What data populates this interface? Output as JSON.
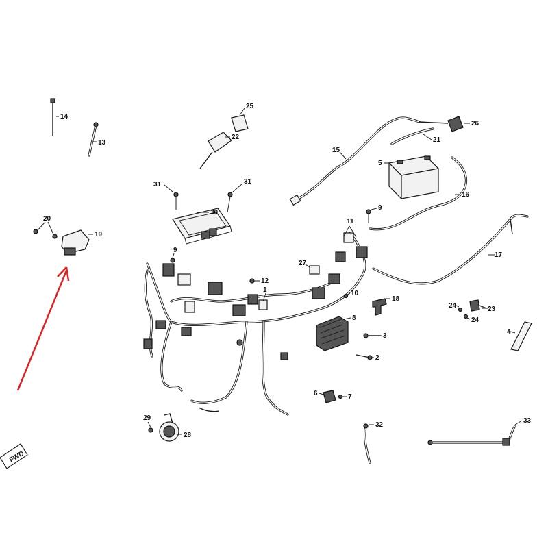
{
  "diagram": {
    "labels": {
      "p1": "1",
      "p2": "2",
      "p3": "3",
      "p4": "4",
      "p5": "5",
      "p6": "6",
      "p7": "7",
      "p8": "8",
      "p9a": "9",
      "p9b": "9",
      "p10": "10",
      "p11": "11",
      "p12": "12",
      "p13": "13",
      "p14": "14",
      "p15": "15",
      "p16": "16",
      "p17": "17",
      "p18": "18",
      "p19": "19",
      "p20": "20",
      "p21": "21",
      "p22": "22",
      "p23": "23",
      "p24a": "24",
      "p24b": "24",
      "p25": "25",
      "p26": "26",
      "p27": "27",
      "p28": "28",
      "p29": "29",
      "p30": "30",
      "p31a": "31",
      "p31b": "31",
      "p32": "32",
      "p33": "33"
    },
    "fwd_badge": "FWD",
    "highlight_color": "#e02020",
    "line_color": "#222222"
  }
}
